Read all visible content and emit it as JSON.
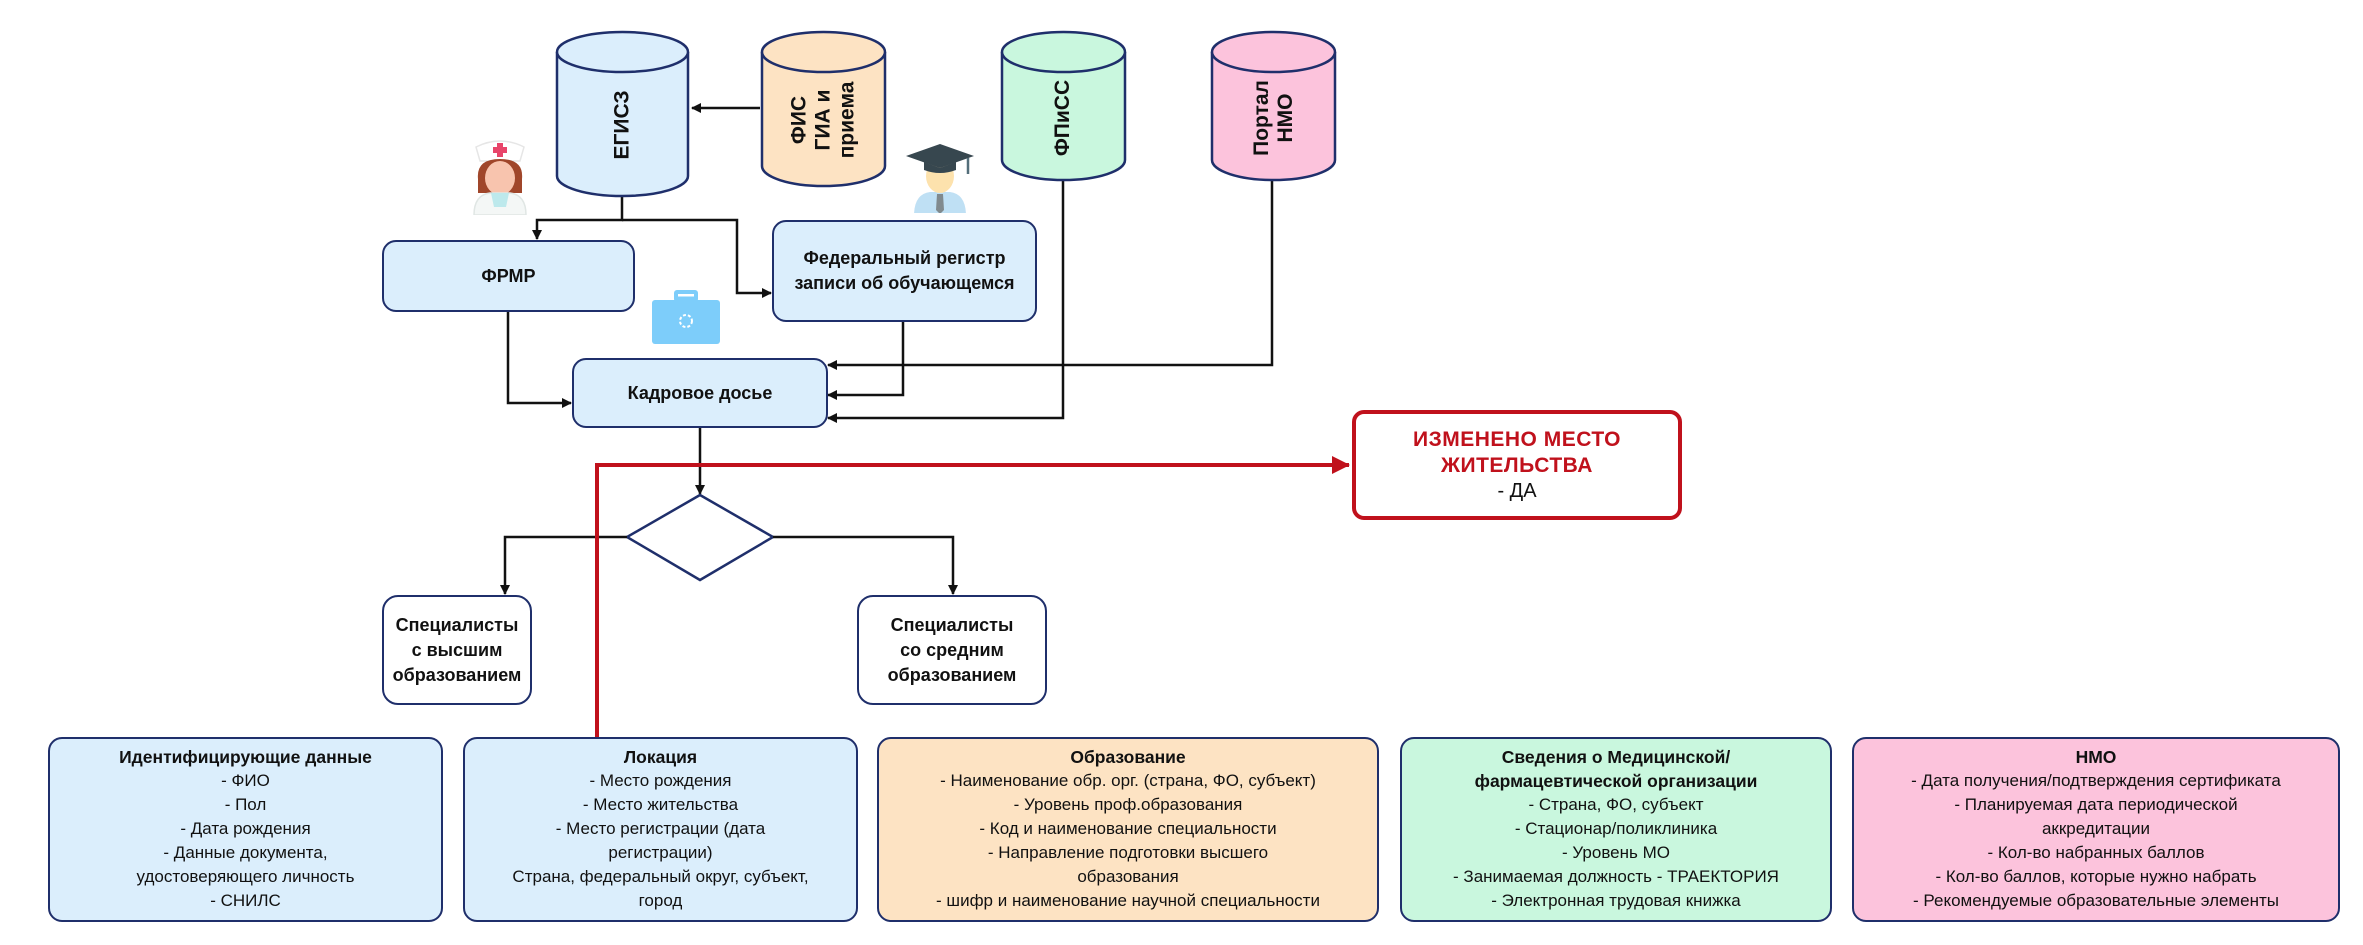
{
  "databases": [
    {
      "id": "egisz",
      "label": "ЕГИСЗ",
      "color": "#dbeefc"
    },
    {
      "id": "fis",
      "label": "ФИС\nГИА и\nприема",
      "color": "#fde3c3"
    },
    {
      "id": "fpiss",
      "label": "ФПиСС",
      "color": "#c9f7de"
    },
    {
      "id": "nmo_portal",
      "label": "Портал\nНМО",
      "color": "#fcc3dc"
    }
  ],
  "process": {
    "frmr": "ФРМР",
    "federal_register": "Федеральный регистр записи об обучающемся",
    "personnel_file": "Кадровое досье"
  },
  "decision": {
    "higher": "Специалисты с высшим образованием",
    "secondary": "Специалисты со средним образованием"
  },
  "alert": {
    "title": "ИЗМЕНЕНО МЕСТО ЖИТЕЛЬСТВА",
    "value": "- ДА",
    "color": "#c0111c"
  },
  "info_boxes": [
    {
      "title": "Идентифицирующие данные",
      "color": "#dbeefc",
      "items": [
        "- ФИО",
        "- Пол",
        "- Дата рождения",
        "- Данные документа,\nудостоверяющего личность",
        "- СНИЛС"
      ]
    },
    {
      "title": "Локация",
      "color": "#dbeefc",
      "items": [
        "- Место рождения",
        "- Место жительства",
        "- Место регистрации (дата\nрегистрации)",
        "Страна, федеральный округ, субъект,\nгород"
      ]
    },
    {
      "title": "Образование",
      "color": "#fde3c3",
      "items": [
        "- Наименование обр. орг. (страна, ФО, субъект)",
        "- Уровень проф.образования",
        "- Код и наименование специальности",
        "- Направление подготовки высшего\nобразования",
        "- шифр и наименование научной специальности"
      ]
    },
    {
      "title": "Сведения о Медицинской/\nфармацевтической организации",
      "color": "#c9f7de",
      "items": [
        "- Страна, ФО, субъект",
        "- Стационар/поликлиника",
        "- Уровень МО",
        "- Занимаемая должность - ТРАЕКТОРИЯ",
        "- Электронная трудовая книжка"
      ]
    },
    {
      "title": "НМО",
      "color": "#fcc3dc",
      "items": [
        "- Дата получения/подтверждения сертификата",
        "- Планируемая дата периодической\nаккредитации",
        "- Кол-во набранных баллов",
        "- Кол-во баллов, которые нужно набрать",
        "- Рекомендуемые образовательные элементы"
      ]
    }
  ],
  "icons": {
    "nurse": "nurse-icon",
    "graduate": "graduate-icon",
    "briefcase": "briefcase-icon"
  }
}
